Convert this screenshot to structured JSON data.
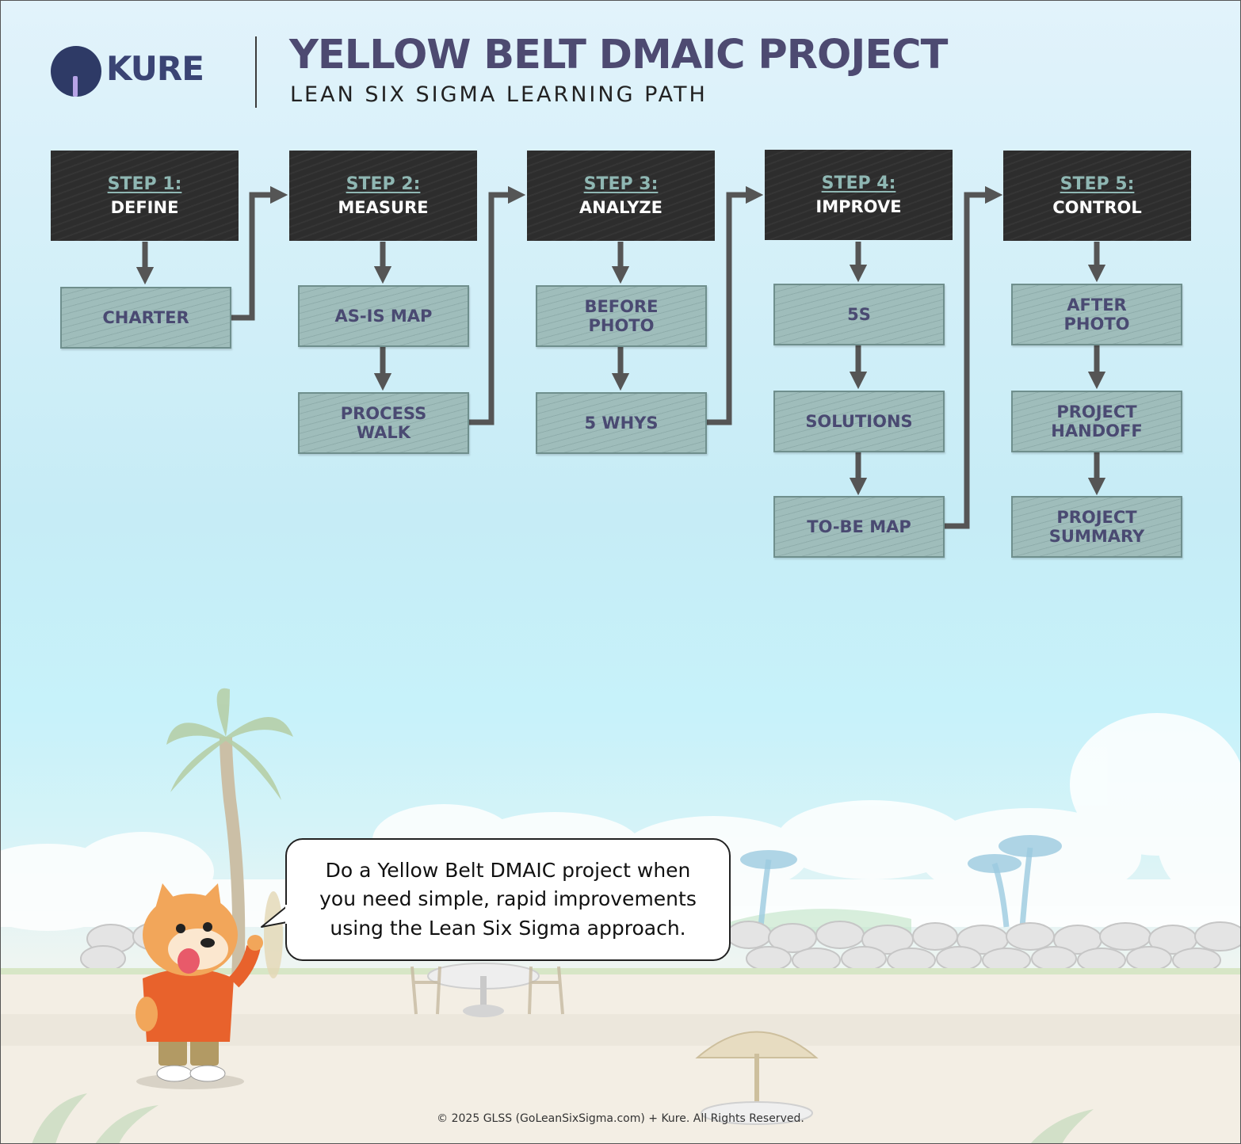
{
  "header": {
    "logo_text": "KURE",
    "title": "YELLOW BELT DMAIC PROJECT",
    "subtitle": "LEAN SIX SIGMA LEARNING PATH"
  },
  "steps": [
    {
      "number": "STEP 1:",
      "name": "DEFINE",
      "tasks": [
        "CHARTER"
      ]
    },
    {
      "number": "STEP 2:",
      "name": "MEASURE",
      "tasks": [
        "AS-IS MAP",
        "PROCESS\nWALK"
      ]
    },
    {
      "number": "STEP 3:",
      "name": "ANALYZE",
      "tasks": [
        "BEFORE\nPHOTO",
        "5 WHYS"
      ]
    },
    {
      "number": "STEP 4:",
      "name": "IMPROVE",
      "tasks": [
        "5S",
        "SOLUTIONS",
        "TO-BE MAP"
      ]
    },
    {
      "number": "STEP 5:",
      "name": "CONTROL",
      "tasks": [
        "AFTER\nPHOTO",
        "PROJECT\nHANDOFF",
        "PROJECT\nSUMMARY"
      ]
    }
  ],
  "bubble": {
    "text": "Do a Yellow Belt DMAIC project when you need simple, rapid improvements using the Lean Six Sigma approach."
  },
  "footer": "© 2025 GLSS (GoLeanSixSigma.com) + Kure. All Rights Reserved.",
  "colors": {
    "title": "#4d4a71",
    "step_box": "#2d2d2d",
    "step_number": "#8fb7b3",
    "task_box": "#9fbdbb",
    "task_text": "#4a4a72",
    "arrow": "#555555"
  }
}
